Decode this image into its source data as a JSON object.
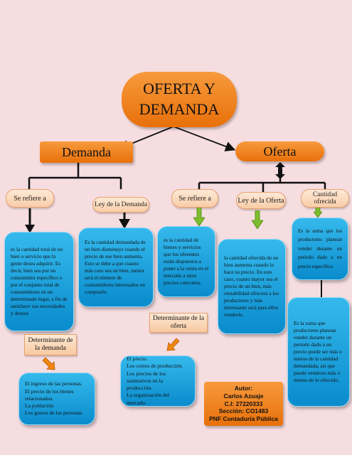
{
  "title": "OFERTA Y DEMANDA",
  "demanda": {
    "label": "Demanda",
    "se_refiere": "Se refiere a",
    "ley": "Ley de la Demanda",
    "definicion": "es la cantidad total de un bien o servicio que la gente desea adquirir. Es decir, bien sea por un consumidor específico o por el conjunto total de consumidores en un determinado lugar, a fin de satisfacer sus necesidades y deseos",
    "ley_texto": "Es la cantidad demandada de un bien disminuye cuando el precio de ese bien aumenta. Esto se debe a que cuanto más caro sea un bien, menor será el número de consumidores interesados en comprarlo.",
    "determinante_label": "Determinante de la demanda",
    "determinantes": [
      "El ingreso de las personas.",
      "El precio de los bienes relacionados.",
      "La población.",
      "Los gustos de las personas"
    ]
  },
  "oferta": {
    "label": "Oferta",
    "se_refiere": "Se refiere a",
    "ley": "Ley de la Oferta",
    "cantidad": "Cantidad ofrecida",
    "definicion": "es la cantidad de bienes y servicios que los oferentes están dispuestos a poner a la venta en el mercado a unos precios concretos.",
    "ley_texto": "la cantidad ofrecida de un bien aumenta cuando lo hace su precio. En este caso, cuanto mayor sea el precio de un bien, más rentabilidad ofrecerá a los productores y más interesante será para ellos venderlo.",
    "cantidad_texto": "Es la suma que los productores planean vender durante un período dado a un precio específico.",
    "cantidad_texto2": "Es la suma que productores planean vender durante un periodo dado a un precio puede ser más o menos de la cantidad demandada, así que puede venderse más o menos de lo ofrecido.",
    "determinante_label": "Determinante de la oferta",
    "determinantes": [
      "El precio.",
      "Los costos de producción.",
      "Los precios de los sustitutivos en la producción.",
      "La organización del mercado."
    ]
  },
  "autor": {
    "heading": "Autor:",
    "nombre": "Carlos Azuaje",
    "ci": "C.I: 27220333",
    "seccion": "Sección:  CO1483",
    "pnf": "PNF Contaduría Pública"
  },
  "colors": {
    "orange": "#f0860f",
    "blue": "#1ba3dc",
    "green_arrow": "#7dbd2d",
    "background": "#f5dde0"
  }
}
